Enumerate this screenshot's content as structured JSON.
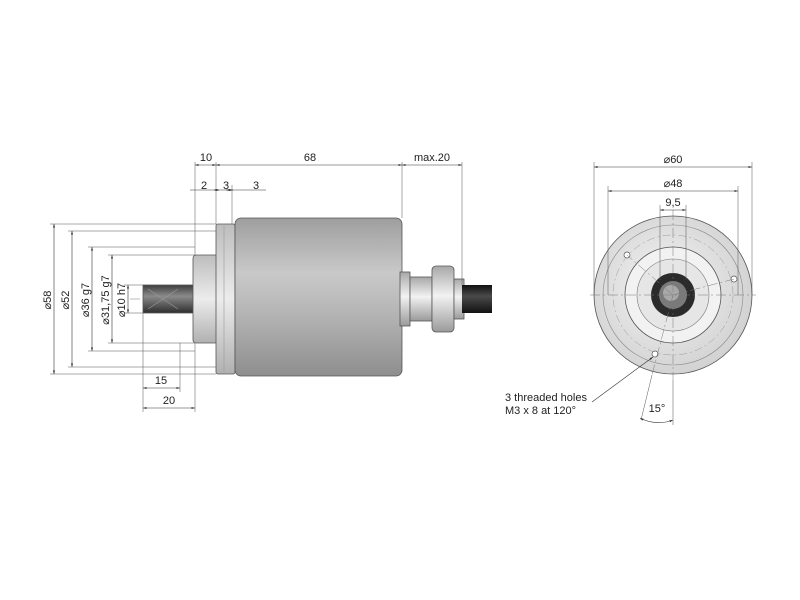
{
  "dimensions": {
    "top_10": "10",
    "top_68": "68",
    "top_max20": "max.20",
    "top_2": "2",
    "top_3a": "3",
    "top_3b": "3",
    "dia_58": "58",
    "dia_52": "52",
    "dia_36": "36 g7",
    "dia_3175": "31,75 g7",
    "dia_10": "10 h7",
    "bottom_15": "15",
    "bottom_20": "20",
    "front_60": "60",
    "front_48": "48",
    "front_95": "9,5",
    "angle_15": "15°"
  },
  "note": {
    "line1": "3 threaded holes",
    "line2": "M3 x 8 at 120°"
  },
  "colors": {
    "body": "#b8b8b8",
    "flange": "#d6d6d6",
    "shaft": "#555555",
    "cable": "#2a2a2a",
    "bore": "#222222"
  }
}
